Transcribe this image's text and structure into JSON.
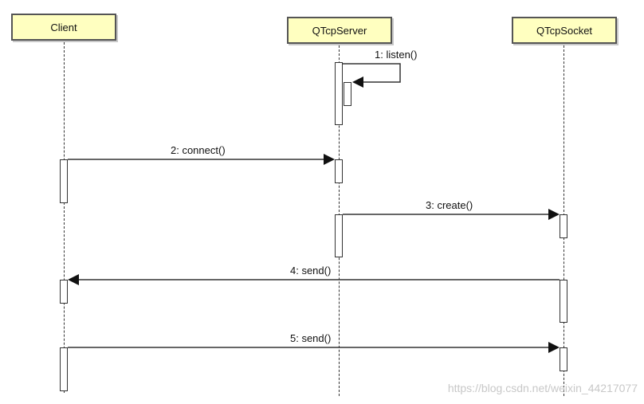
{
  "participants": [
    {
      "id": "client",
      "label": "Client"
    },
    {
      "id": "server",
      "label": "QTcpServer"
    },
    {
      "id": "socket",
      "label": "QTcpSocket"
    }
  ],
  "messages": [
    {
      "id": "listen",
      "label": "1: listen()",
      "from": "QTcpServer",
      "to": "QTcpServer"
    },
    {
      "id": "connect",
      "label": "2: connect()",
      "from": "Client",
      "to": "QTcpServer"
    },
    {
      "id": "create",
      "label": "3: create()",
      "from": "QTcpServer",
      "to": "QTcpSocket"
    },
    {
      "id": "send4",
      "label": "4: send()",
      "from": "QTcpSocket",
      "to": "Client"
    },
    {
      "id": "send5",
      "label": "5: send()",
      "from": "Client",
      "to": "QTcpSocket"
    }
  ],
  "watermark": "https://blog.csdn.net/weixin_44217077",
  "colors": {
    "participant_fill": "#ffffc0",
    "line": "#333333"
  }
}
